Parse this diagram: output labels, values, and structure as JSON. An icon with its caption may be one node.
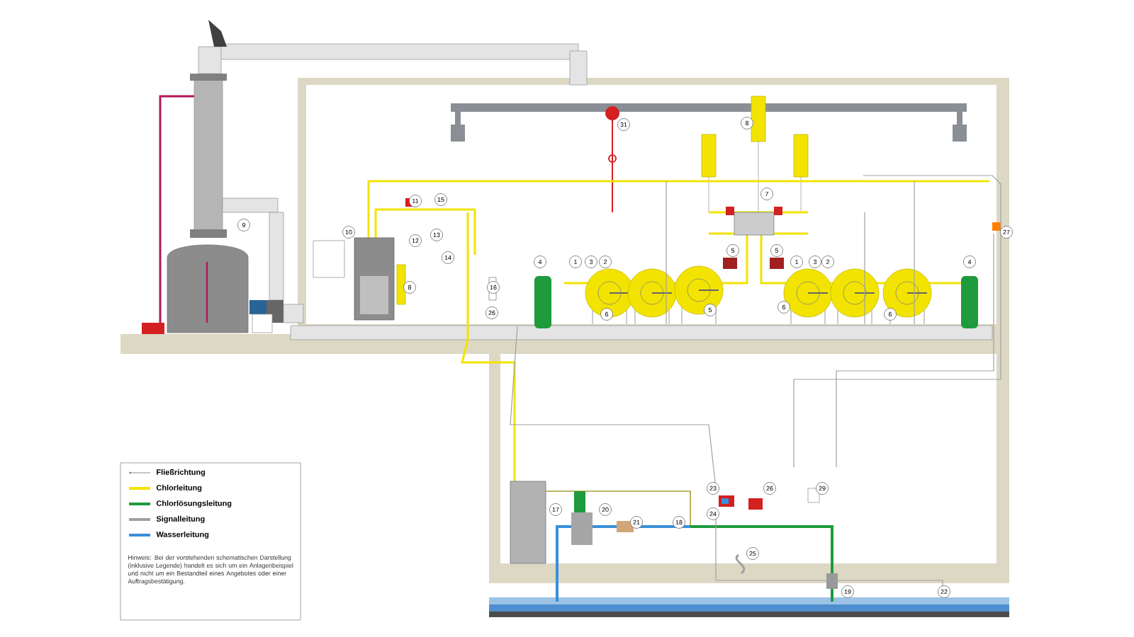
{
  "diagram": {
    "labels": [
      "31",
      "8",
      "11",
      "15",
      "7",
      "10",
      "12",
      "13",
      "9",
      "27",
      "14",
      "4",
      "1",
      "3",
      "2",
      "5",
      "5",
      "1",
      "3",
      "2",
      "4",
      "8",
      "16",
      "26",
      "6",
      "5",
      "6",
      "6",
      "23",
      "26",
      "29",
      "17",
      "20",
      "21",
      "24",
      "18",
      "25",
      "19",
      "22",
      "Hinweis: Bei der vorstehenden schematischen Darstellung (inklusive Legende) handelt es sich um ein Anlagenbeispiel und nicht um ein Bestandteil eines Angebotes oder einer Auftragsbestätigung."
    ],
    "legend": [
      {
        "text": "Fließrichtung"
      },
      {
        "text": "Chlorleitung",
        "color": "#f2e400"
      },
      {
        "text": "Chlorlösungsleitung",
        "color": "#1f9a3c"
      },
      {
        "text": "Signalleitung",
        "color": "#a0a0a0"
      },
      {
        "text": "Wasserleitung",
        "color": "#3a8fd8"
      }
    ]
  }
}
